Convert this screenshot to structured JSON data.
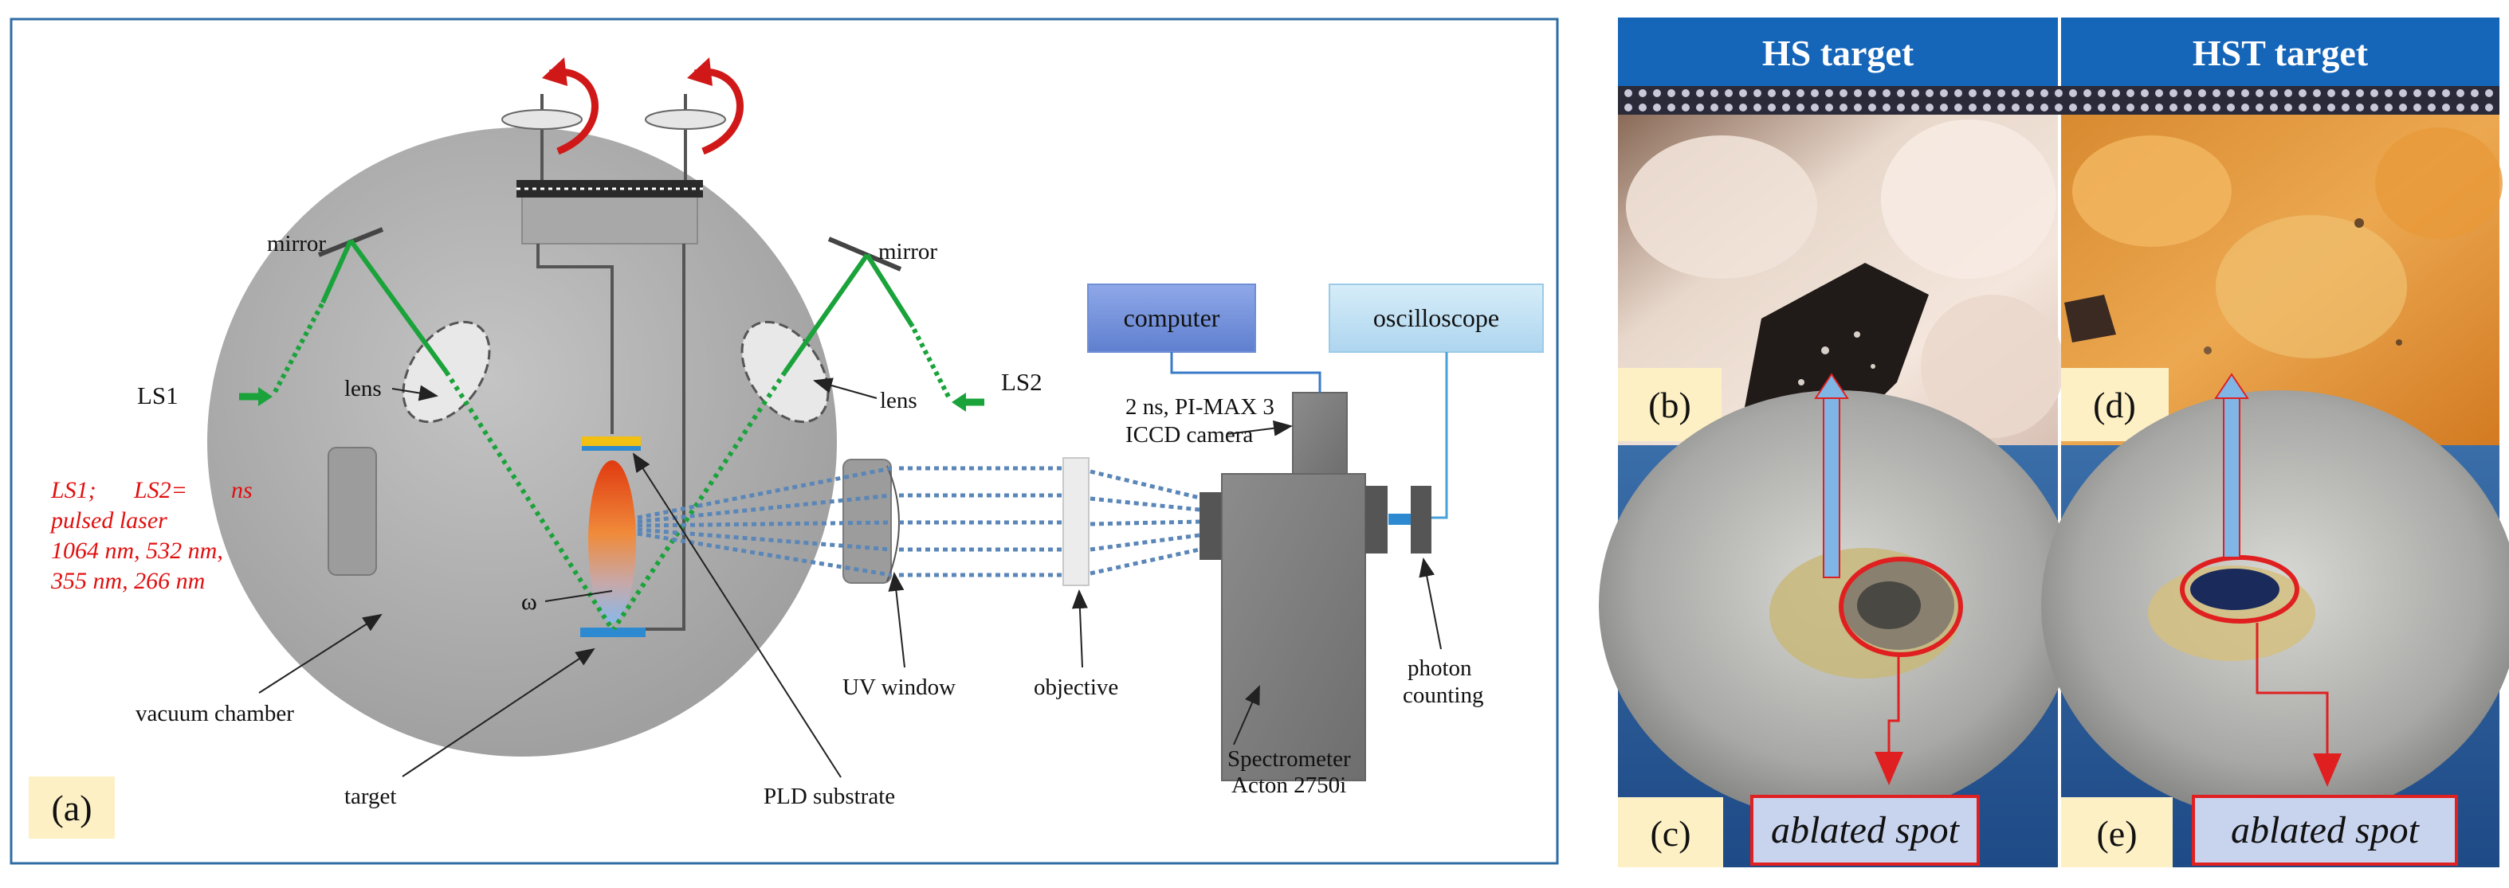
{
  "panel_a": {
    "letter": "(a)",
    "labels": {
      "mirror_left": "mirror",
      "mirror_right": "mirror",
      "ls1": "LS1",
      "ls2": "LS2",
      "lens_left": "lens",
      "lens_right": "lens",
      "omega": "ω",
      "vacuum_chamber": "vacuum chamber",
      "target": "target",
      "pld_substrate": "PLD substrate",
      "uv_window": "UV window",
      "objective": "objective",
      "spectrometer_line1": "Spectrometer",
      "spectrometer_line2": "Acton 2750i",
      "camera_line1": "2 ns, PI-MAX 3",
      "camera_line2": "ICCD camera",
      "photon_line1": "photon",
      "photon_line2": "counting",
      "computer": "computer",
      "oscilloscope": "oscilloscope"
    },
    "laser_note": {
      "line1_a": "LS1;",
      "line1_b": "LS2=",
      "line1_c": "ns",
      "line2": "pulsed laser",
      "line3": "1064 nm, 532 nm,",
      "line4": "355 nm, 266 nm"
    }
  },
  "photos": {
    "header_left": "HS target",
    "header_right": "HST target",
    "letters": {
      "b": "(b)",
      "c": "(c)",
      "d": "(d)",
      "e": "(e)"
    },
    "ablated_left": "ablated spot",
    "ablated_right": "ablated spot"
  },
  "colors": {
    "frame_border": "#2e6da4",
    "header_blue": "#1565b8",
    "laser_green": "#1aa33a",
    "beam_blue": "#5a86b8",
    "label_bg": "#fdf0c4",
    "highlight_red": "#e02020",
    "computer_box": "#6f8fd6",
    "oscilloscope_box": "#bfe0f4"
  }
}
